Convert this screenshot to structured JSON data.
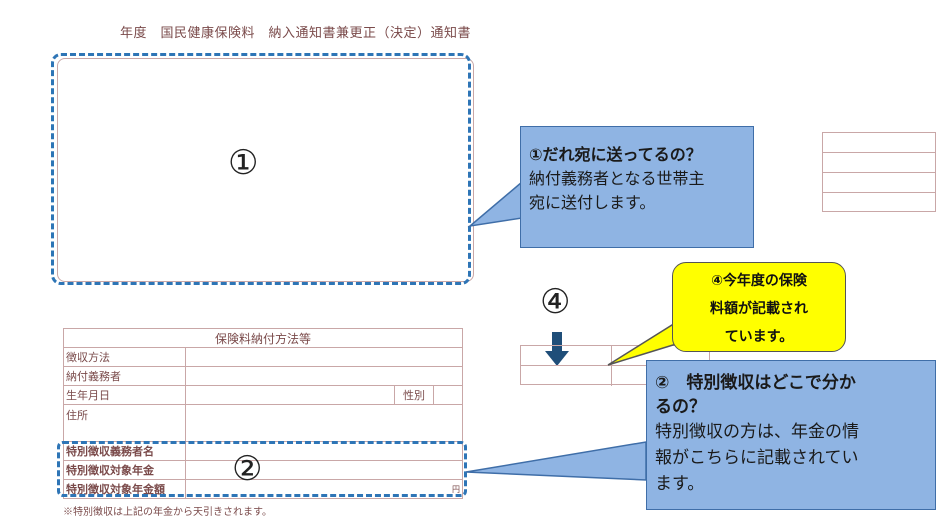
{
  "doc": {
    "title": "年度　国民健康保険料　納入通知書兼更正（決定）通知書",
    "marker1": "①",
    "marker2": "②",
    "marker4": "④",
    "callout1": {
      "heading": "①だれ宛に送ってるの？",
      "line1": "納付義務者となる世帯主",
      "line2": "宛に送付します。"
    },
    "callout2": {
      "heading1": "②　特別徴収はどこで分か",
      "heading2": "るの？",
      "line1": "特別徴収の方は、年金の情",
      "line2": "報がこちらに記載されてい",
      "line3": "ます。"
    },
    "callout4": {
      "line1": "④今年度の保険",
      "line2": "料額が記載され",
      "line3": "ています。"
    },
    "table": {
      "header": "保険料納付方法等",
      "rows": [
        "徴収方法",
        "納付義務者",
        "生年月日",
        "住所"
      ],
      "gender_label": "性別",
      "special_rows": [
        "特別徴収義務者名",
        "特別徴収対象年金",
        "特別徴収対象年金額"
      ],
      "yen": "円",
      "note": "※特別徴収は上記の年金から天引きされます。"
    },
    "colors": {
      "dash": "#2e75b6",
      "callout_blue": "#8fb4e3",
      "callout_yellow": "#ffff00",
      "arrow": "#1f4e79"
    }
  }
}
